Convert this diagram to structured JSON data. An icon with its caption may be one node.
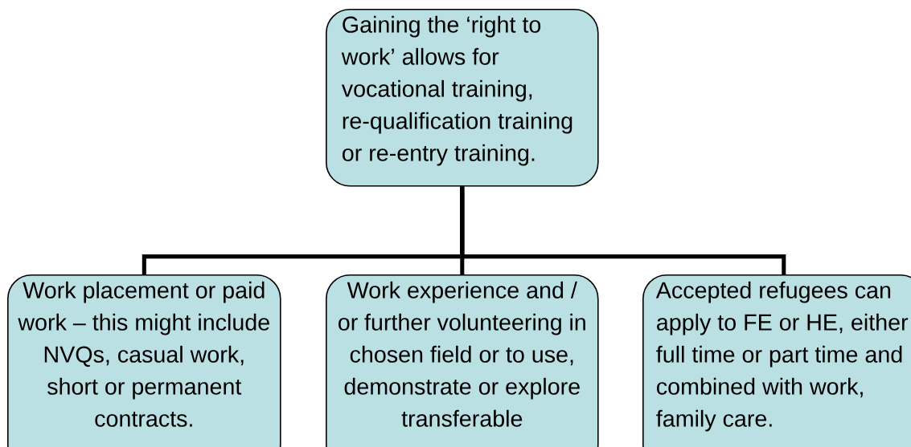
{
  "diagram": {
    "nodes": [
      {
        "text": [
          "Gaining the ‘right to work’ allows for vocational training, re-qualification training or re-entry training."
        ]
      },
      {
        "text": [
          "Work placement or paid work – this might include NVQs, casual work, short or permanent contracts."
        ]
      },
      {
        "text": [
          "Work experience and / or further volunteering in chosen field or to use, demonstrate or explore transferable"
        ]
      },
      {
        "text": [
          "Accepted refugees can apply to FE or HE, either full time or part time and combined with work, family care."
        ]
      }
    ],
    "edges": [
      {
        "from": 0,
        "to": 1,
        "arrow": "none"
      },
      {
        "from": 0,
        "to": 2,
        "arrow": "none"
      },
      {
        "from": 0,
        "to": 3,
        "arrow": "none"
      }
    ]
  }
}
